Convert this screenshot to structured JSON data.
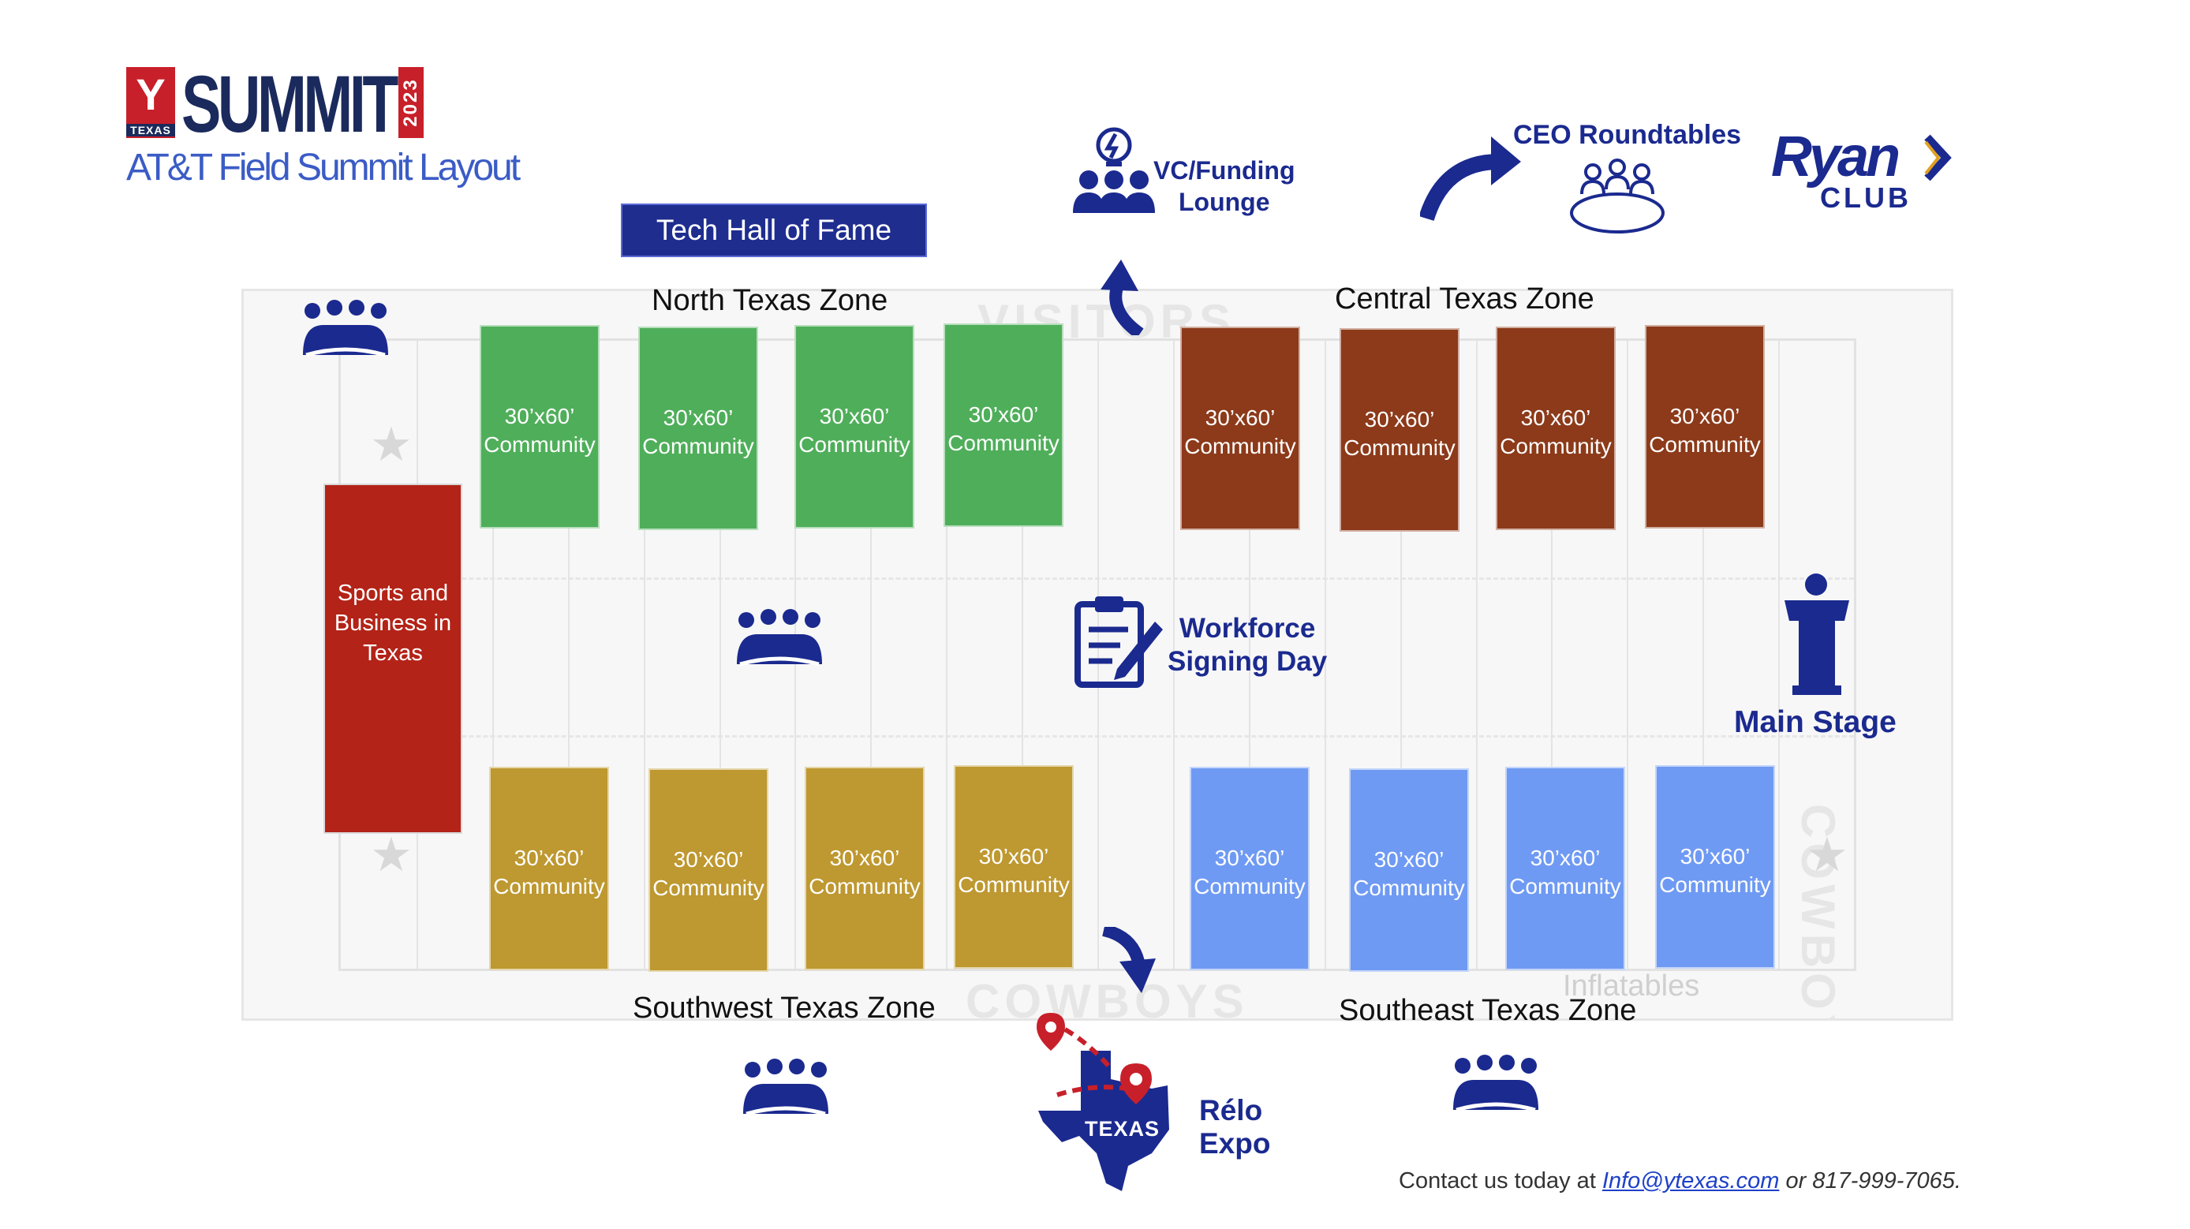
{
  "logo": {
    "y_letter": "Y",
    "y_sub": "TEXAS",
    "summit": "SUMMIT",
    "year": "2023"
  },
  "title": "AT&T Field Summit Layout",
  "tech_hall": "Tech Hall of Fame",
  "vc_lounge": {
    "line1": "VC/Funding",
    "line2": "Lounge"
  },
  "ceo": "CEO Roundtables",
  "ryan": {
    "name": "Ryan",
    "club": "CLUB"
  },
  "field_text": {
    "visitors": "VISITORS",
    "cowboys": "COWBOYS",
    "cowboys_side": "COWBOYS",
    "inflatables": "Inflatables"
  },
  "zones": {
    "north": {
      "title": "North Texas Zone",
      "booths": [
        "30’x60’ Community",
        "30’x60’ Community",
        "30’x60’ Community",
        "30’x60’ Community"
      ]
    },
    "central": {
      "title": "Central Texas Zone",
      "booths": [
        "30’x60’ Community",
        "30’x60’ Community",
        "30’x60’ Community",
        "30’x60’ Community"
      ]
    },
    "southwest": {
      "title": "Southwest Texas Zone",
      "booths": [
        "30’x60’ Community",
        "30’x60’ Community",
        "30’x60’ Community",
        "30’x60’ Community"
      ]
    },
    "southeast": {
      "title": "Southeast Texas Zone",
      "booths": [
        "30’x60’ Community",
        "30’x60’ Community",
        "30’x60’ Community",
        "30’x60’ Community"
      ]
    }
  },
  "sports": "Sports and Business in Texas",
  "workforce": {
    "line1": "Workforce",
    "line2": "Signing Day"
  },
  "main_stage": "Main Stage",
  "relo": {
    "line1": "Rélo",
    "line2": "Expo",
    "state": "TEXAS"
  },
  "contact": {
    "prefix": "Contact us today at ",
    "email": "Info@ytexas.com",
    "suffix": " or 817-999-7065."
  },
  "colors": {
    "navy": "#1b2a8f",
    "green": "#4fae5a",
    "brown": "#8c3a1a",
    "gold": "#be9830",
    "blue": "#6f9af3",
    "red": "#b32317"
  }
}
